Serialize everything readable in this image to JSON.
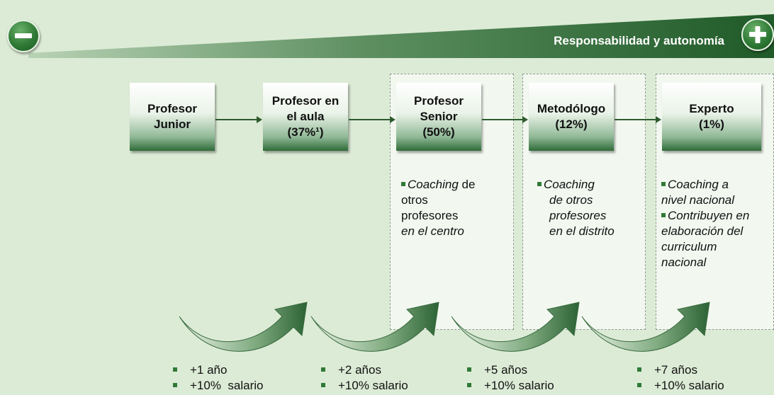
{
  "header": {
    "title": "Responsabilidad y autonomía",
    "minus_icon": "minus-icon",
    "plus_icon": "plus-icon"
  },
  "stages": [
    {
      "label": "Profesor\nJunior"
    },
    {
      "label": "Profesor en\nel aula\n(37%¹)"
    },
    {
      "label": "Profesor\nSenior\n(50%)"
    },
    {
      "label": "Metodólogo\n(12%)"
    },
    {
      "label": "Experto\n(1%)"
    }
  ],
  "descriptions": [
    {
      "lines": [
        [
          "Coaching",
          " de"
        ],
        "otros",
        "profesores",
        "en el centro"
      ]
    },
    {
      "lines": [
        "Coaching",
        "de otros",
        "profesores",
        "en el distrito"
      ]
    },
    {
      "items": [
        "Coaching a nivel nacional",
        "Contribuyen en elaboración del curriculum nacional"
      ],
      "lines": [
        "Coaching a",
        "nivel nacional",
        "Contribuyen en",
        "elaboración del",
        "curriculum",
        "nacional"
      ]
    }
  ],
  "requirements": [
    {
      "years": "+1 año",
      "salary": "+10%  salario"
    },
    {
      "years": "+2 años",
      "salary": "+10% salario"
    },
    {
      "years": "+5 años",
      "salary": "+10% salario"
    },
    {
      "years": "+7 años",
      "salary": "+10% salario"
    }
  ],
  "colors": {
    "background": "#dcebd6",
    "accent": "#2f7a36",
    "dark": "#2e5b2e"
  }
}
